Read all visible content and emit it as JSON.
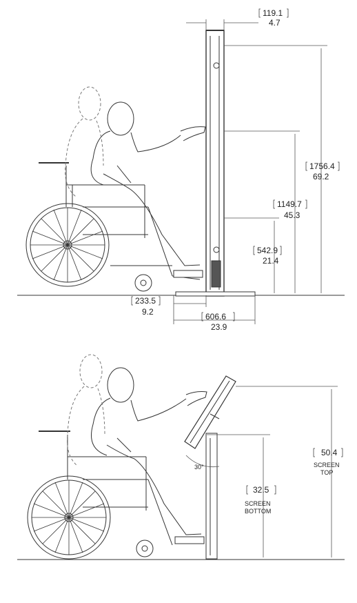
{
  "top_view": {
    "dims": [
      {
        "metric": "119.1",
        "imperial": "4.7"
      },
      {
        "metric": "1756.4",
        "imperial": "69.2"
      },
      {
        "metric": "1149.7",
        "imperial": "45.3"
      },
      {
        "metric": "542.9",
        "imperial": "21.4"
      },
      {
        "metric": "233.5",
        "imperial": "9.2"
      },
      {
        "metric": "606.6",
        "imperial": "23.9"
      }
    ]
  },
  "bottom_view": {
    "angle": "30°",
    "screen_bottom": {
      "value": "32.5",
      "line1": "SCREEN",
      "line2": "BOTTOM"
    },
    "screen_top": {
      "value": "50.4",
      "line1": "SCREEN",
      "line2": "TOP"
    }
  },
  "colors": {
    "line": "#333333",
    "light": "#777777"
  }
}
